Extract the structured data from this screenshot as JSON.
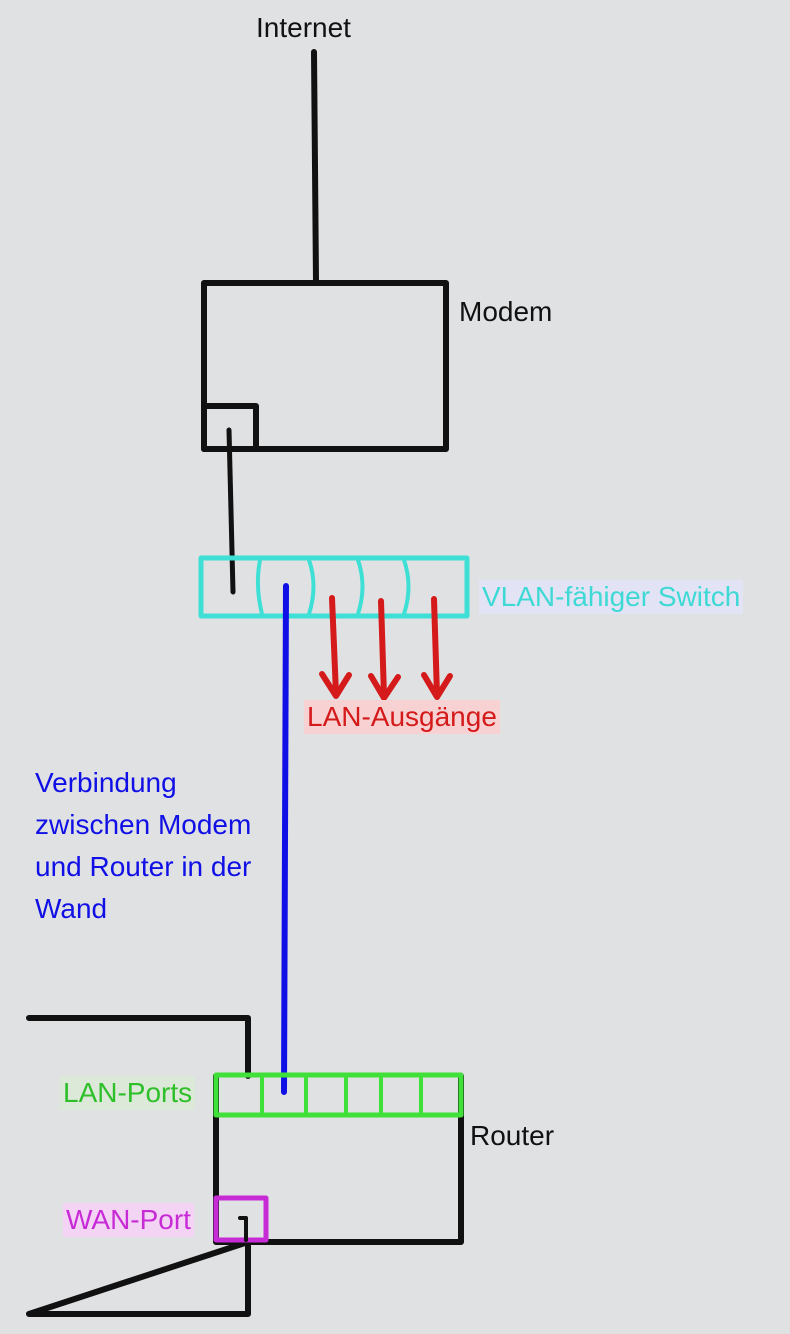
{
  "labels": {
    "internet": "Internet",
    "modem": "Modem",
    "switch": "VLAN-fähiger Switch",
    "lan_outputs": "LAN-Ausgänge",
    "connection": "Verbindung zwischen Modem und Router in der Wand",
    "lan_ports": "LAN-Ports",
    "router": "Router",
    "wan_port": "WAN-Port"
  },
  "colors": {
    "background": "#e0e1e3",
    "black": "#111111",
    "switch": "#3ee0d6",
    "lan_outputs": "#d41a1a",
    "connection": "#1010e6",
    "lan_ports": "#3fe03a",
    "wan_port": "#c72bd6",
    "highlight_switch": "#e2e4f6",
    "highlight_lan_out": "#f8d2d2",
    "highlight_lan_ports": "#dce8d8",
    "highlight_wan": "#f4d4f4"
  },
  "icons": [
    "arrow-down-icon"
  ]
}
